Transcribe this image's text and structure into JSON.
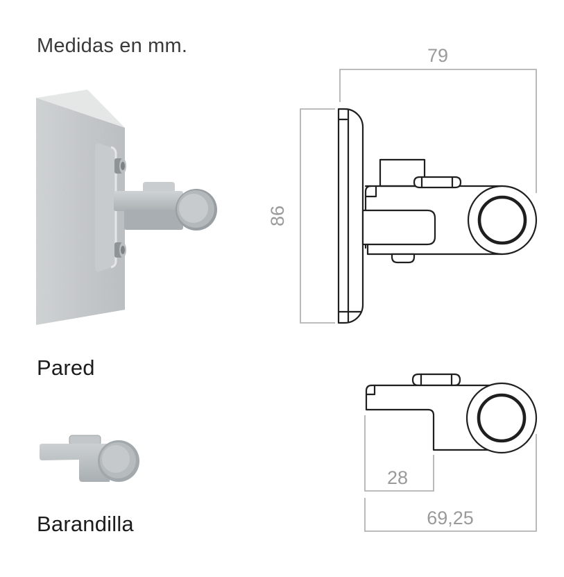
{
  "title": "Medidas en mm.",
  "figures": {
    "wall_label": "Pared",
    "railing_label": "Barandilla"
  },
  "drawings": {
    "side_view": {
      "width_mm": "79",
      "height_mm": "86"
    },
    "top_view": {
      "body_depth_mm": "28",
      "total_length_mm": "69,25"
    }
  },
  "colors": {
    "background": "#ffffff",
    "outline": "#1f1f1f",
    "dimension_line": "#b3b3b3",
    "dimension_text": "#9a9a9a",
    "metal_light": "#c9cdcf",
    "metal_mid": "#b2b7ba",
    "concrete": "#cdd0d1"
  }
}
